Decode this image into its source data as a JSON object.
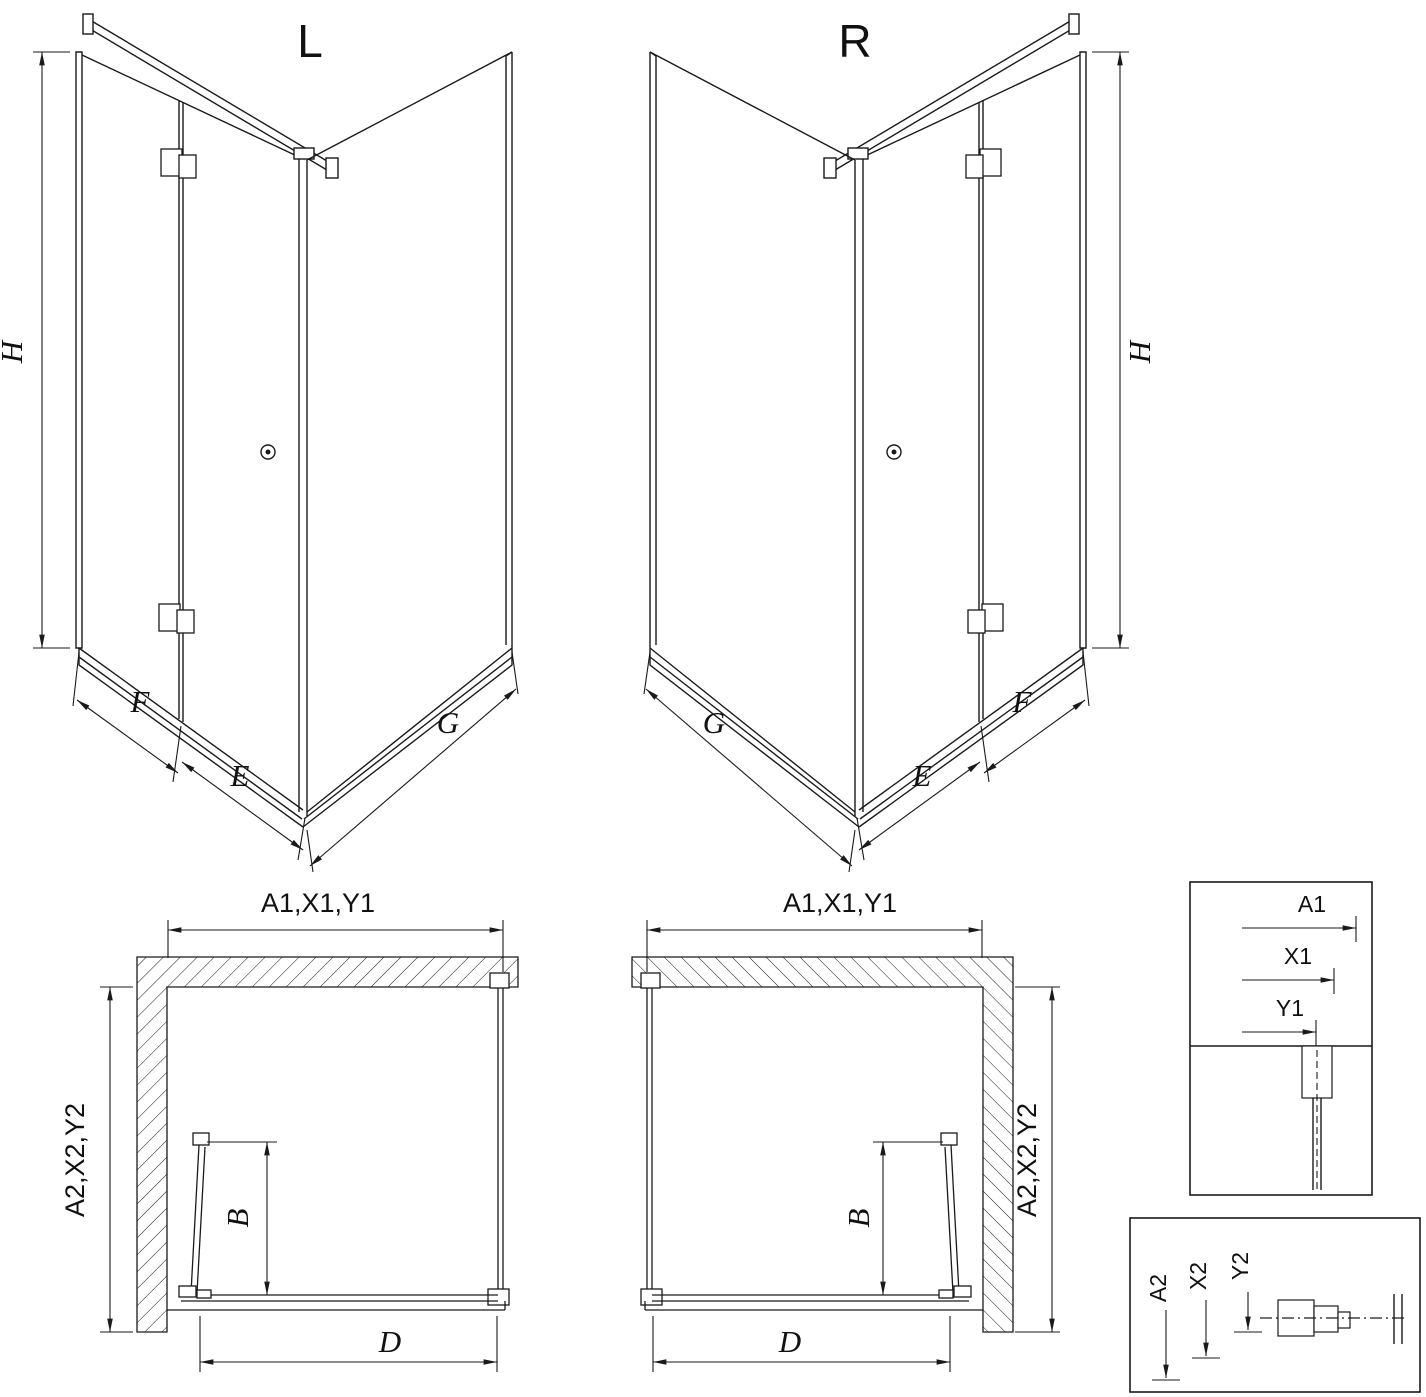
{
  "colors": {
    "line": "#1a1a1a",
    "background": "#ffffff"
  },
  "views": {
    "iso_left": {
      "variant": "L",
      "dim_height": "H",
      "dim_fixed": "F",
      "dim_door": "E",
      "dim_side": "G"
    },
    "iso_right": {
      "variant": "R",
      "dim_height": "H",
      "dim_fixed": "F",
      "dim_door": "E",
      "dim_side": "G"
    },
    "plan_left": {
      "dim_top": "A1,X1,Y1",
      "dim_side": "A2,X2,Y2",
      "dim_door_depth": "B",
      "dim_opening": "D"
    },
    "plan_right": {
      "dim_top": "A1,X1,Y1",
      "dim_side": "A2,X2,Y2",
      "dim_door_depth": "B",
      "dim_opening": "D"
    },
    "detail_top": {
      "dim_a": "A1",
      "dim_x": "X1",
      "dim_y": "Y1"
    },
    "detail_bottom": {
      "dim_a": "A2",
      "dim_x": "X2",
      "dim_y": "Y2"
    }
  }
}
